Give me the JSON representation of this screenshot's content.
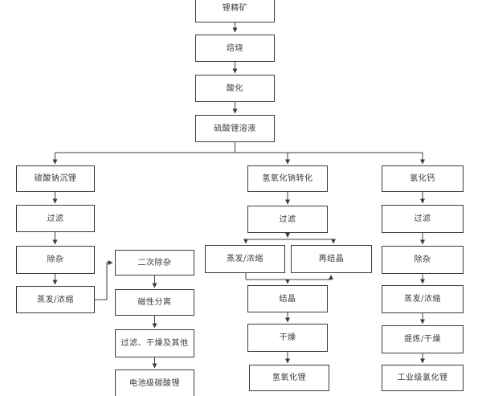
{
  "colors": {
    "line": "#3c3c3c",
    "text": "#3a3a3a",
    "background": "#ffffff"
  },
  "flowchart": {
    "top_chain": {
      "lithium_concentrate": "锂精矿",
      "roasting": "焙烧",
      "acidification": "酸化",
      "lithium_sulfate_solution": "硫酸锂溶液"
    },
    "carbonate_branch": {
      "sodium_carbonate_precipitation": "碳酸钠沉锂",
      "filtration": "过滤",
      "impurity_removal": "除杂",
      "evaporation_concentration": "蒸发/浓缩",
      "secondary_impurity_removal": "二次除杂",
      "magnetic_separation": "磁性分离",
      "filtration_drying_others": "过滤、干燥及其他",
      "battery_grade_lithium_carbonate": "电池级碳酸锂"
    },
    "hydroxide_branch": {
      "sodium_hydroxide_conversion": "氢氧化钠转化",
      "filtration": "过滤",
      "evaporation_concentration": "蒸发/浓缩",
      "recrystallization": "再结晶",
      "crystallization": "结晶",
      "drying": "干燥",
      "lithium_hydroxide": "氢氧化锂"
    },
    "chloride_branch": {
      "calcium_chloride": "氯化钙",
      "filtration": "过滤",
      "impurity_removal": "除杂",
      "evaporation_concentration": "蒸发/浓缩",
      "refining_drying": "提炼/干燥",
      "industrial_grade_lithium_chloride": "工业级氯化锂"
    }
  }
}
